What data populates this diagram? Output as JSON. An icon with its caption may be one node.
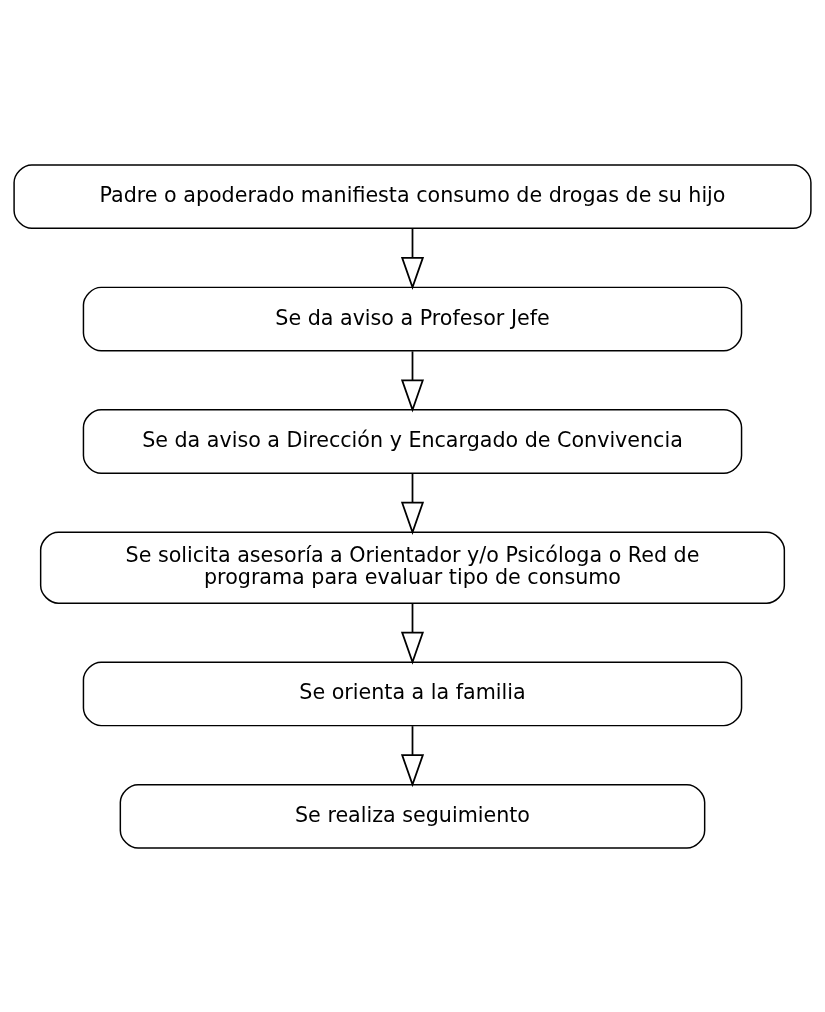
{
  "diagram": {
    "nodes": [
      {
        "text": [
          "Padre o apoderado manifiesta consumo de drogas de su hijo"
        ]
      },
      {
        "text": [
          "Se da aviso a Profesor Jefe"
        ]
      },
      {
        "text": [
          "Se da aviso a Dirección y Encargado de Convivencia"
        ]
      },
      {
        "text": [
          "Se solicita asesoría a Orientador y/o Psicóloga o Red de programa para evaluar tipo de consumo"
        ]
      },
      {
        "text": [
          "Se orienta a la familia"
        ]
      },
      {
        "text": [
          "Se realiza seguimiento"
        ]
      }
    ],
    "edges": [
      {
        "from": 0,
        "to": 1,
        "arrow": "to"
      },
      {
        "from": 1,
        "to": 2,
        "arrow": "to"
      },
      {
        "from": 2,
        "to": 3,
        "arrow": "to"
      },
      {
        "from": 3,
        "to": 4,
        "arrow": "to"
      },
      {
        "from": 4,
        "to": 5,
        "arrow": "to"
      }
    ]
  }
}
